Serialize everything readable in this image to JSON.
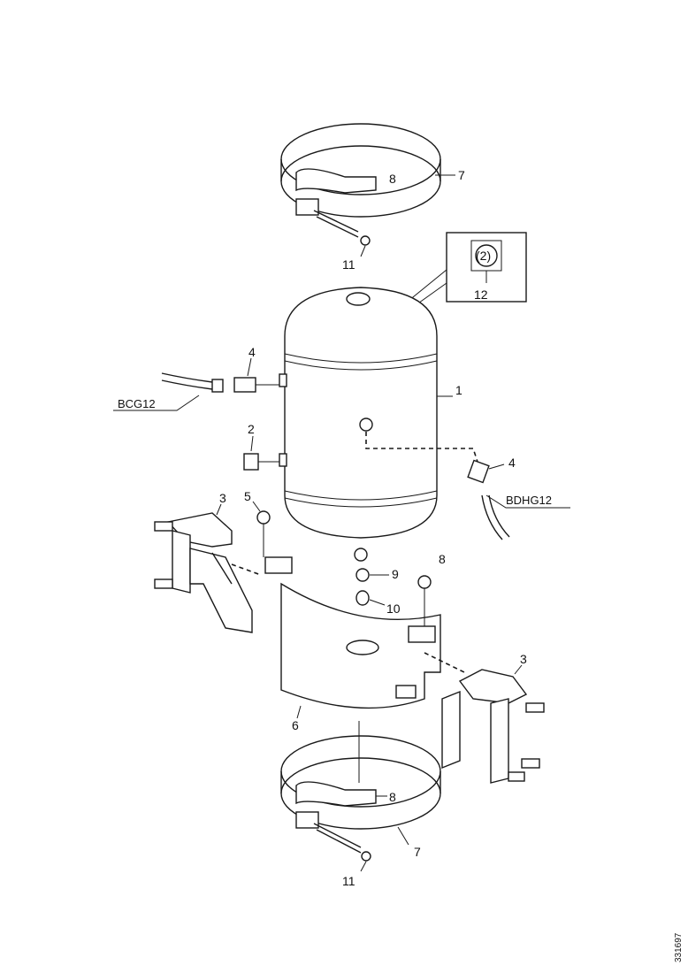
{
  "callouts": {
    "c1": "1",
    "c2": "2",
    "c3_left": "3",
    "c3_right": "3",
    "c4_left": "4",
    "c4_right": "4",
    "c5": "5",
    "c6": "6",
    "c7_top": "7",
    "c7_bottom": "7",
    "c8_top": "8",
    "c8_bottom": "8",
    "c8_right": "8",
    "c9": "9",
    "c10": "10",
    "c11_top": "11",
    "c11_bottom": "11",
    "c12": "12"
  },
  "refs": {
    "left_pipe": "BCG12",
    "right_pipe": "BDHG12"
  },
  "inset_symbol": "(2)",
  "doc_id": "331697"
}
